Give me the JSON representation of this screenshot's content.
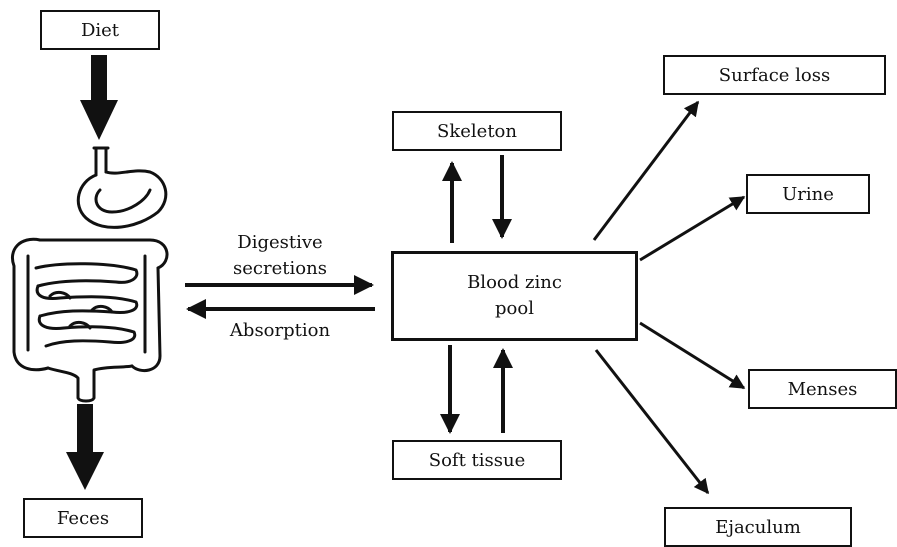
{
  "nodes": {
    "diet": "Diet",
    "feces": "Feces",
    "skeleton": "Skeleton",
    "blood_pool_line1": "Blood zinc",
    "blood_pool_line2": "pool",
    "soft_tissue": "Soft tissue",
    "surface_loss": "Surface loss",
    "urine": "Urine",
    "menses": "Menses",
    "ejaculum": "Ejaculum"
  },
  "edges": {
    "digestive_secretions_line1": "Digestive",
    "digestive_secretions_line2": "secretions",
    "absorption": "Absorption"
  },
  "icons": {
    "digestive_tract": "intestines-icon"
  }
}
